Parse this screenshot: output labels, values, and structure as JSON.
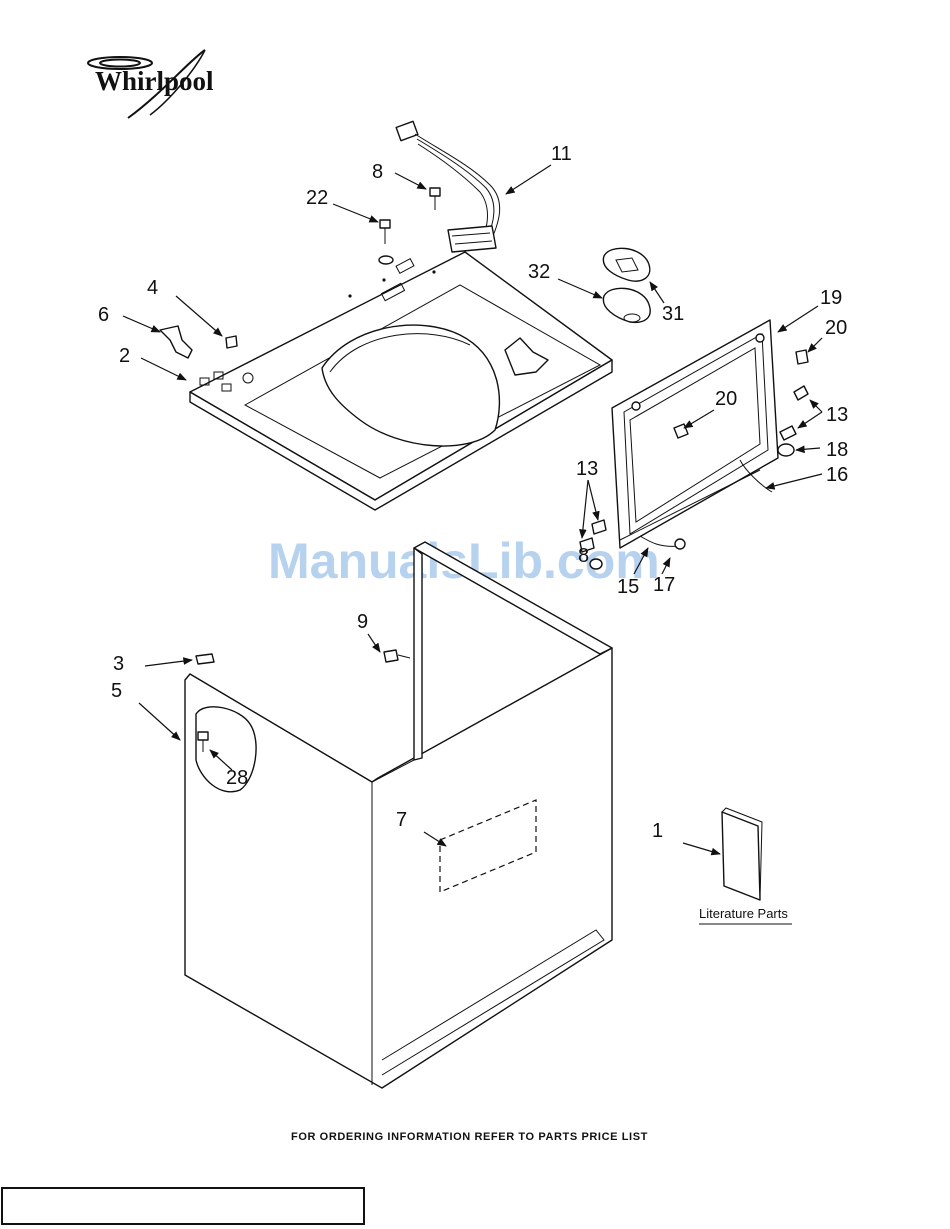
{
  "brand": {
    "logo_text": "Whirlpool"
  },
  "watermark": "ManualsLib.com",
  "callouts": {
    "c1": "1",
    "c2": "2",
    "c3": "3",
    "c4": "4",
    "c5": "5",
    "c6": "6",
    "c7": "7",
    "c8a": "8",
    "c8b": "8",
    "c9": "9",
    "c11": "11",
    "c13a": "13",
    "c13b": "13",
    "c15": "15",
    "c16": "16",
    "c17": "17",
    "c18": "18",
    "c19": "19",
    "c20a": "20",
    "c20b": "20",
    "c22": "22",
    "c28": "28",
    "c31": "31",
    "c32": "32"
  },
  "literature_label": "Literature Parts",
  "footer_note": "FOR ORDERING INFORMATION REFER TO PARTS PRICE LIST"
}
